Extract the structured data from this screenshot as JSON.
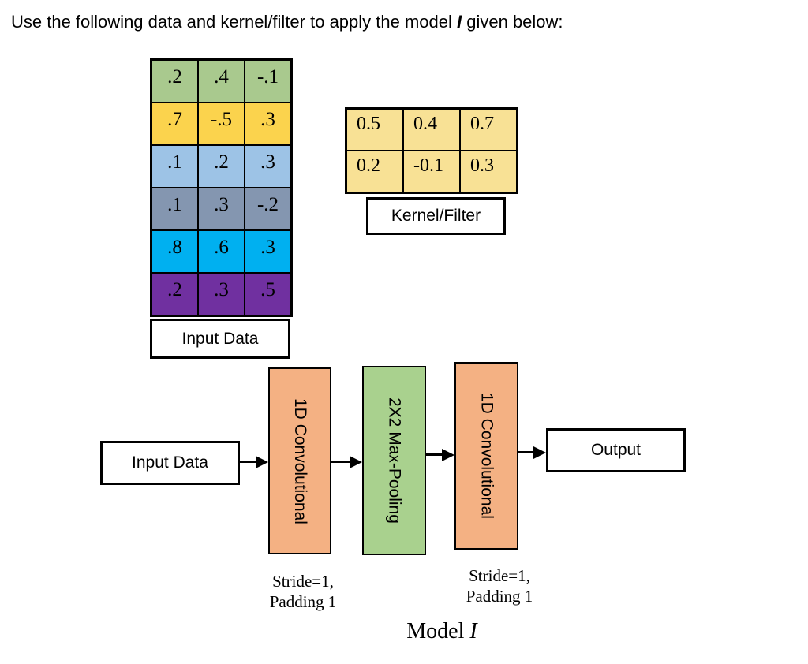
{
  "title": {
    "prefix": "Use the following data and kernel/filter to apply the model ",
    "model_symbol": "I",
    "suffix": " given below:"
  },
  "input_table": {
    "caption": "Input Data",
    "rows": [
      {
        "color": "#A9C98E",
        "values": [
          ".2",
          ".4",
          "-.1"
        ]
      },
      {
        "color": "#FBD34D",
        "values": [
          ".7",
          "-.5",
          ".3"
        ]
      },
      {
        "color": "#9DC3E6",
        "values": [
          ".1",
          ".2",
          ".3"
        ]
      },
      {
        "color": "#8496B0",
        "values": [
          ".1",
          ".3",
          "-.2"
        ]
      },
      {
        "color": "#00B0F0",
        "values": [
          ".8",
          ".6",
          ".3"
        ]
      },
      {
        "color": "#7030A0",
        "values": [
          ".2",
          ".3",
          ".5"
        ]
      }
    ]
  },
  "kernel_table": {
    "caption": "Kernel/Filter",
    "fill": "#F8E195",
    "rows": [
      [
        "0.5",
        "0.4",
        "0.7"
      ],
      [
        "0.2",
        "-0.1",
        "0.3"
      ]
    ]
  },
  "flow": {
    "input_label": "Input Data",
    "conv1_label": "1D Convolutional",
    "pool_label": "2X2 Max-Pooling",
    "conv2_label": "1D Convolutional",
    "output_label": "Output",
    "conv_fill": "#F4B183",
    "pool_fill": "#A9D18E",
    "conv1_note": [
      "Stride=1,",
      "Padding 1"
    ],
    "conv2_note": [
      "Stride=1,",
      "Padding 1"
    ],
    "caption_prefix": "Model ",
    "caption_symbol": "I"
  }
}
